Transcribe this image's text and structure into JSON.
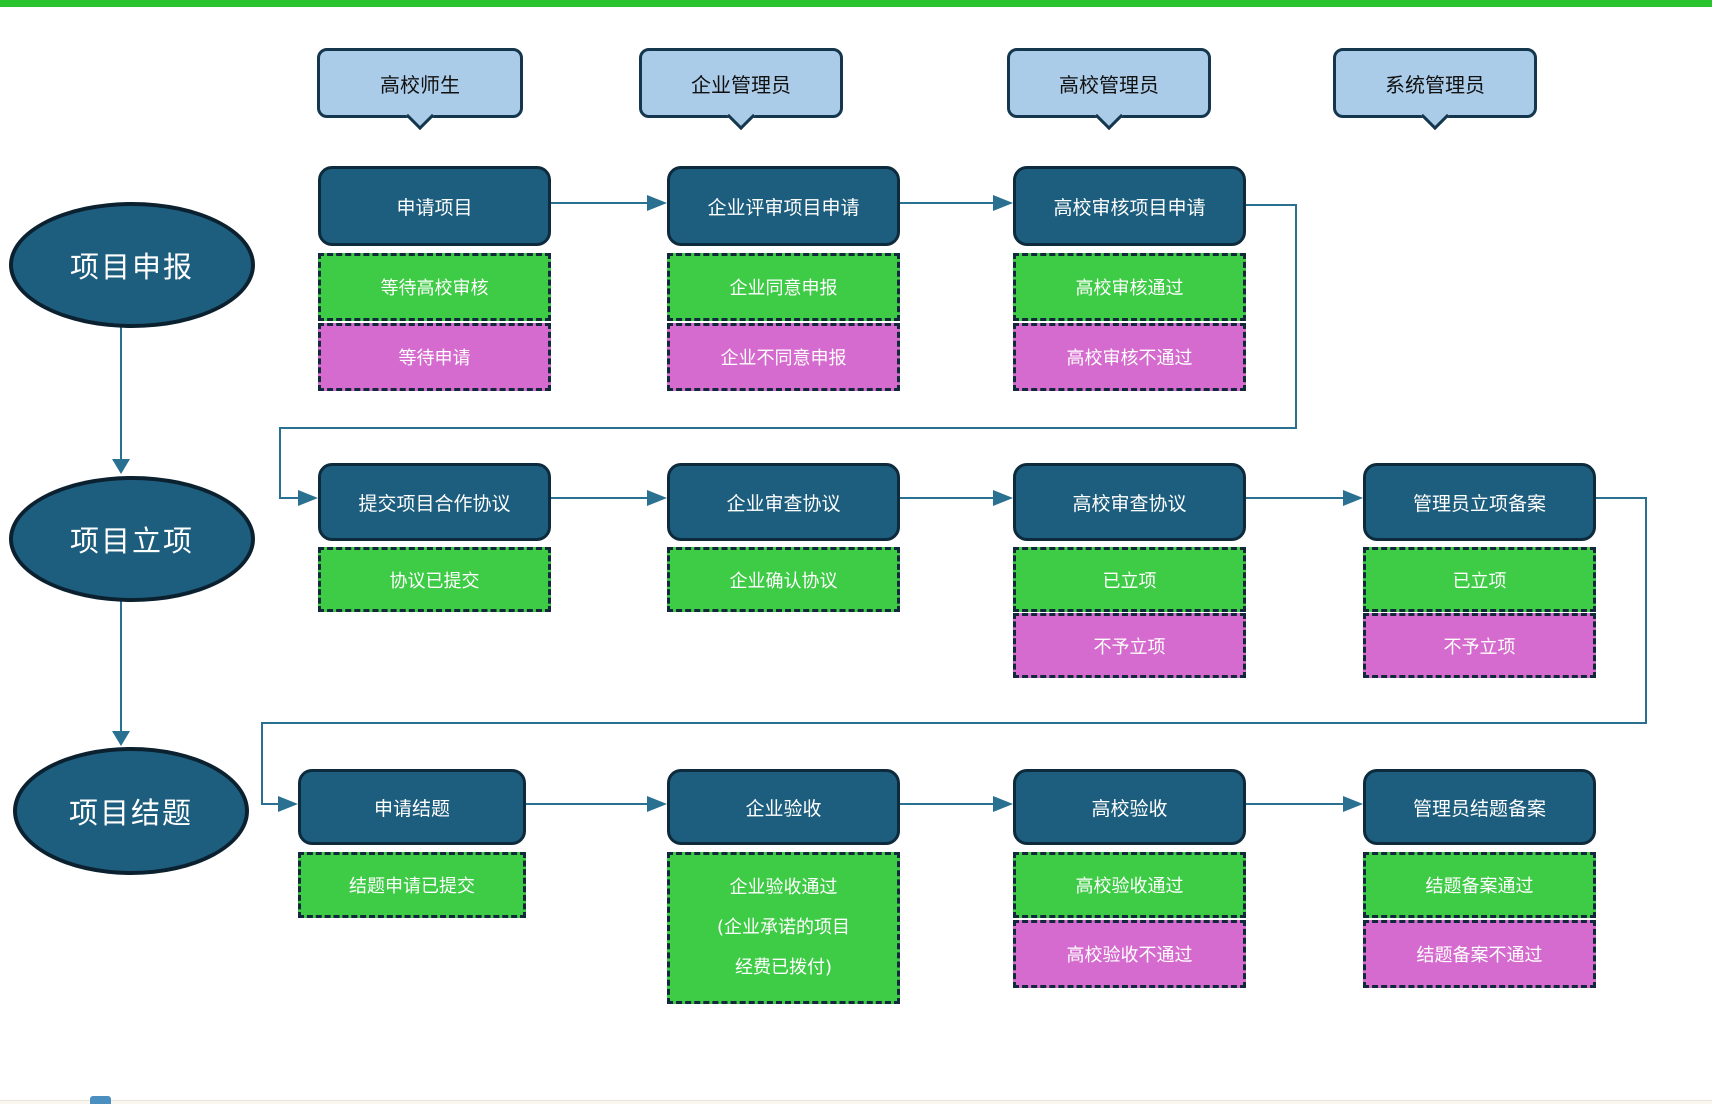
{
  "colors": {
    "top_bar": "#29c32e",
    "node_fill": "#1d5e7e",
    "node_border": "#0d2b3d",
    "status_green": "#3ecb45",
    "status_magenta": "#d56bce",
    "lane_fill": "#abcce9",
    "lane_border": "#15374e",
    "connector": "#2a7090"
  },
  "lanes": [
    {
      "label": "高校师生"
    },
    {
      "label": "企业管理员"
    },
    {
      "label": "高校管理员"
    },
    {
      "label": "系统管理员"
    }
  ],
  "phases": [
    {
      "label": "项目申报"
    },
    {
      "label": "项目立项"
    },
    {
      "label": "项目结题"
    }
  ],
  "rows": [
    {
      "steps": [
        {
          "title": "申请项目",
          "statuses": [
            {
              "text": "等待高校审核",
              "kind": "green"
            },
            {
              "text": "等待申请",
              "kind": "magenta"
            }
          ]
        },
        {
          "title": "企业评审项目申请",
          "statuses": [
            {
              "text": "企业同意申报",
              "kind": "green"
            },
            {
              "text": "企业不同意申报",
              "kind": "magenta"
            }
          ]
        },
        {
          "title": "高校审核项目申请",
          "statuses": [
            {
              "text": "高校审核通过",
              "kind": "green"
            },
            {
              "text": "高校审核不通过",
              "kind": "magenta"
            }
          ]
        }
      ]
    },
    {
      "steps": [
        {
          "title": "提交项目合作协议",
          "statuses": [
            {
              "text": "协议已提交",
              "kind": "green"
            }
          ]
        },
        {
          "title": "企业审查协议",
          "statuses": [
            {
              "text": "企业确认协议",
              "kind": "green"
            }
          ]
        },
        {
          "title": "高校审查协议",
          "statuses": [
            {
              "text": "已立项",
              "kind": "green"
            },
            {
              "text": "不予立项",
              "kind": "magenta"
            }
          ]
        },
        {
          "title": "管理员立项备案",
          "statuses": [
            {
              "text": "已立项",
              "kind": "green"
            },
            {
              "text": "不予立项",
              "kind": "magenta"
            }
          ]
        }
      ]
    },
    {
      "steps": [
        {
          "title": "申请结题",
          "statuses": [
            {
              "text": "结题申请已提交",
              "kind": "green"
            }
          ]
        },
        {
          "title": "企业验收",
          "statuses": [
            {
              "text": "企业验收通过\n(企业承诺的项目\n经费已拨付)",
              "kind": "green"
            }
          ]
        },
        {
          "title": "高校验收",
          "statuses": [
            {
              "text": "高校验收通过",
              "kind": "green"
            },
            {
              "text": "高校验收不通过",
              "kind": "magenta"
            }
          ]
        },
        {
          "title": "管理员结题备案",
          "statuses": [
            {
              "text": "结题备案通过",
              "kind": "green"
            },
            {
              "text": "结题备案不通过",
              "kind": "magenta"
            }
          ]
        }
      ]
    }
  ]
}
